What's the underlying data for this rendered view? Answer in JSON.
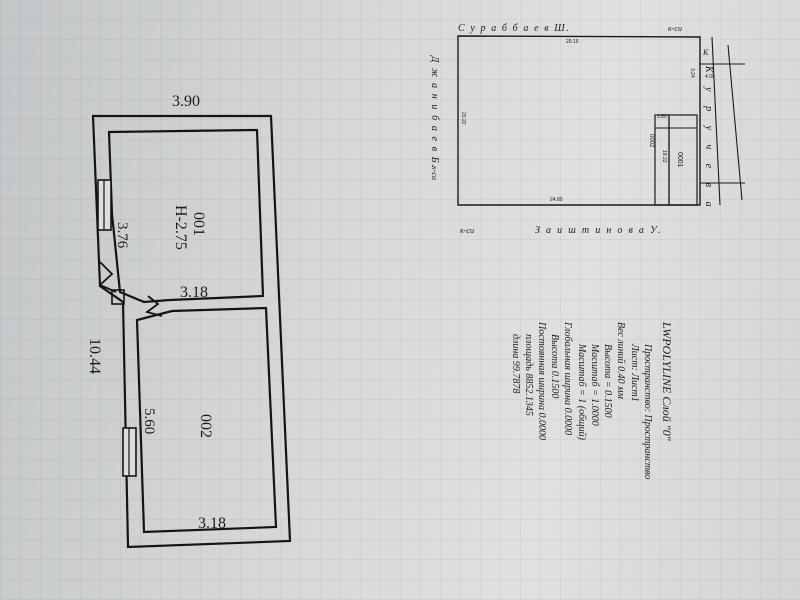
{
  "floor_plan": {
    "width_top": "3.90",
    "length_left": "10.44",
    "room_001": {
      "number": "001",
      "height": "H-2.75",
      "dim_side": "3.76",
      "dim_bottom": "3.18"
    },
    "room_002": {
      "number": "002",
      "dim_side": "5.60",
      "dim_bottom": "3.18"
    }
  },
  "site_plan": {
    "street_top": "С у р а б б а е в  Ш.",
    "street_top_suffix": "к-си",
    "street_left": "Д ж а н и б а е в  Б.",
    "street_left_suffix": "к-си",
    "street_bottom": "З а и ш т и н о в а  У.",
    "street_bottom_suffix": "к-си",
    "street_right": "К у р у ч е в а",
    "dim_top": "29.16",
    "dim_left": "20.22",
    "dim_bottom": "24.80",
    "dim_right_a": "3.24",
    "dim_right_b": "1.80",
    "dim_inner": "18.22",
    "label_a": "0002",
    "label_b": "0001",
    "marker_k": "К",
    "marker_4": "4.00"
  },
  "properties": {
    "heading": "LWPOLYLINE  Слой \"0\"",
    "lines": [
      "Пространство: Пространство",
      "Лист: Лист1",
      "Вес линий  0.40 мм",
      "Высота = 0.1500",
      "Масштаб = 1.0000",
      "Масштаб = 1 (общий)",
      "Глобальная ширина 0.0000",
      "Высота  0.1500",
      "Постоянная ширина  0.0000",
      "площадь  8852.1345",
      "длина  99.7878"
    ]
  }
}
